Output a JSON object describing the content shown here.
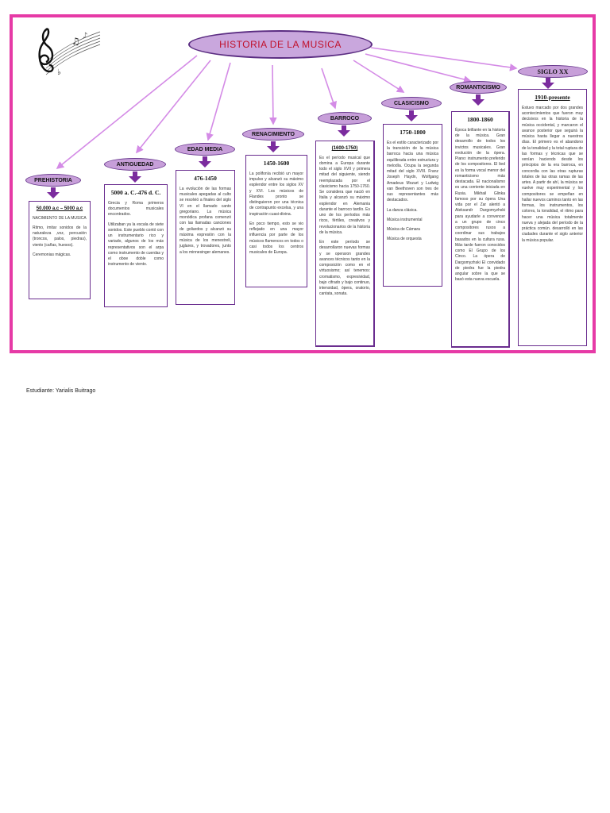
{
  "title": "HISTORIA  DE  LA  MUSICA",
  "student": "Estudiante: Yarialis Buitrago",
  "colors": {
    "frame": "#e63aa6",
    "label_fill": "#c79fd9",
    "title_text": "#c0102a",
    "arrow": "#7b2c9e"
  },
  "periods": [
    {
      "label": "PREHISTORIA",
      "date": "50.000 a.c – 5000 a.c",
      "paragraphs": [
        "NACIMIENTO DE LA MUSICA",
        "Ritmo, imitar sonidos de la naturaleza ,voz, percusión (troncos, palos, piedras), viento (cañas, huesos).",
        "Ceremonias mágicas."
      ]
    },
    {
      "label": "ANTIGUEDAD",
      "date": "5000 a. C.-476 d. C.",
      "paragraphs": [
        "Grecia y Roma primeros documentos musicales encontrados.",
        "Utilizaban ya la escala de siete sonidos. Este pueblo contó con un instrumentario rico y variado, algunos de los más representativos son el arpa como instrumento de cuerdas y el oboe doble como instrumento de viento."
      ]
    },
    {
      "label": "EDAD  MEDIA",
      "date": "476-1450",
      "paragraphs": [
        "La evolución de las formas musicales apegadas al culto se resolvió a finales del siglo VI en el llamado canto gregoriano. La música monódica profana comenzó con las llamadas canciones de goliardos y alcanzó su máxima expresión con la música de los menestreli, juglares, y trovadores, junto a los minnesinger alemanes."
      ]
    },
    {
      "label": "RENACIMIENTO",
      "date": "1450-1600",
      "paragraphs": [
        "La polifonía recibió un mayor impulso y alcanzó su máximo esplendor entre los siglos XV y XVI. Los músicos de Flandes pronto se distinguieron por una técnica de contrapunto excelsa, y una inspiración cuasi-divina.",
        "En poco tiempo, esto se vio reflejado en una mayor influencia por parte de los músicos flamencos en todos o casi todos los centros musicales de Europa."
      ]
    },
    {
      "label": "BARROCO",
      "date": "(1600-1750)",
      "paragraphs": [
        "Es el período musical que domina a Europa durante todo el siglo XVII y primera mitad del siguiente, siendo reemplazada por el clasicismo hacia 1750-1760. Se considera que nació en Italia y alcanzó su máximo esplendor en Alemania durante el barroco tardío. Es uno de los períodos más ricos, fértiles, creativos y revolucionarios de la historia de la música.",
        "En este período se desarrollaron nuevas formas y se operaron grandes avances técnicos tanto en la composición como en el virtuosismo; así tenemos: cromatismo, expresividad, bajo cifrado y bajo continuo, intensidad, ópera, oratorio, cantata, sonata."
      ]
    },
    {
      "label": "CLASICISMO",
      "date": "1750-1800",
      "paragraphs": [
        "Es el estilo caracterizado por la transición de la música barroca hacia una música equilibrada entre estructura y melodía. Ocupa la segunda mitad del siglo XVIII. Franz Joseph Haydn, Wolfgang Amadeus Mozart y Ludwig van Beethoven son tres de sus representantes más destacados.",
        "La danza clásica.",
        "Música instrumental",
        "Música de Cámara",
        "Música de orquesta"
      ]
    },
    {
      "label": "ROMANTICISMO",
      "date": "1800-1860",
      "paragraphs": [
        "Época brillante en la historia de la música. Gran desarrollo de todos los invictos musicales. Gran evolución de la ópera. Piano: instrumento preferido de los compositores. El lied es la forma vocal menor del romanticismo más destacada. El nacionalismo es una corriente iniciada en Rusia. Mikhail Glinka famoso por su ópera Una vida por el Zar alentó a Aleksandr Dargomyzhski para ayudarle a convencer a un grupo de cinco compositores rusos a coordinar sus trabajos basados en la cultura rusa. Más tarde fueron conocidos como El Grupo de los Cinco. La ópera de Dargomyzhski El convidado de piedra fue la piedra angular sobre la que se basó esta nueva escuela."
      ]
    },
    {
      "label": "SIGLO  XX",
      "date": "1910-presente",
      "paragraphs": [
        "Estuvo marcado por dos grandes acontecimientos que fueron muy decisivos en la historia de la música occidental, y marcaron el avance posterior que seguirá la música hasta llegar a nuestros días. El primero es el abandono de la tonalidad y la total ruptura de las formas y técnicas que se venían haciendo desde los principios de la era barroca, en concordia con las otras rupturas totales de las otras ramas de las artes. A partir de ahí, la música se vuelve muy experimental y los compositores se empeñan en hallar nuevos caminos tanto en las formas, los instrumentos, los colores, la tonalidad, el ritmo para hacer una música totalmente nueva y alejada del período de la práctica común. desarrolló en las ciudades durante el siglo anterior la música popular."
      ]
    }
  ]
}
